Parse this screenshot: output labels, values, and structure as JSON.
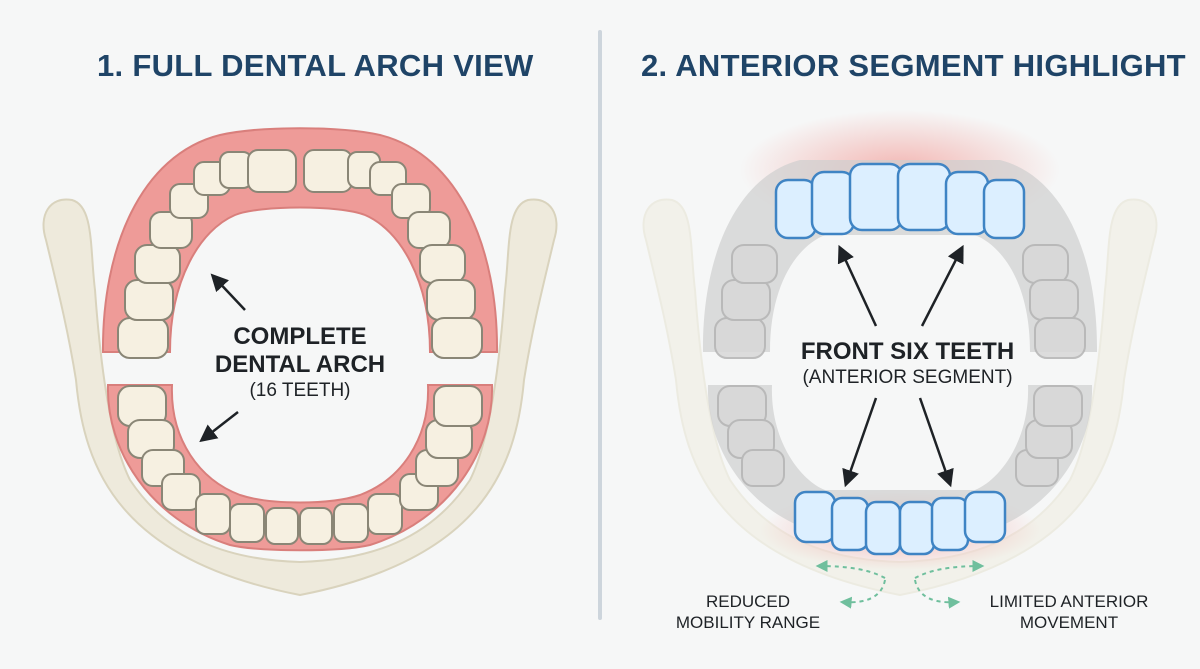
{
  "panels": [
    {
      "title": "1. FULL DENTAL ARCH VIEW",
      "label_main": [
        "COMPLETE",
        "DENTAL ARCH"
      ],
      "label_sub": "(16 TEETH)"
    },
    {
      "title": "2. ANTERIOR SEGMENT HIGHLIGHT",
      "label_main": "FRONT SIX TEETH",
      "label_sub": "(ANTERIOR SEGMENT)",
      "notes": {
        "left": [
          "REDUCED",
          "MOBILITY RANGE"
        ],
        "right": [
          "LIMITED ANTERIOR",
          "MOVEMENT"
        ]
      }
    }
  ],
  "colors": {
    "title": "#1f4467",
    "gum": "#ee9b98",
    "tooth": "#f6f0e1",
    "tooth_outline": "#8a8676",
    "jaw": "#eeeadc",
    "highlight_tooth": "#dcefff",
    "highlight_outline": "#3f84c4",
    "faded_tooth": "#d2d2d2",
    "arrow_dashed": "#6fbf9d"
  }
}
